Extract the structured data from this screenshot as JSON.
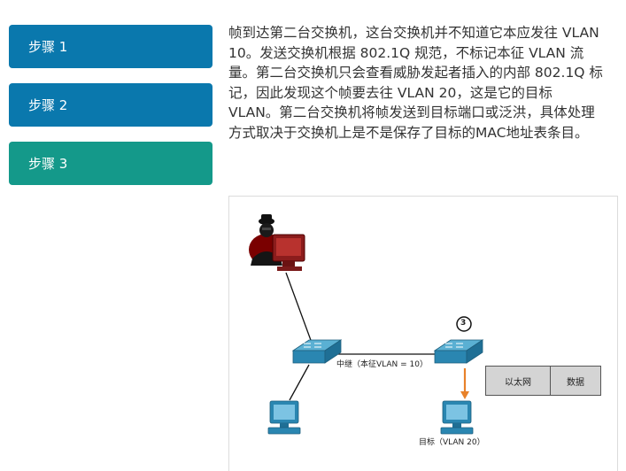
{
  "steps": [
    {
      "label": "步骤 1"
    },
    {
      "label": "步骤 2"
    },
    {
      "label": "步骤 3"
    }
  ],
  "description": "帧到达第二台交换机，这台交换机并不知道它本应发往 VLAN 10。发送交换机根据 802.1Q 规范，不标记本征 VLAN 流量。第二台交换机只会查看威胁发起者插入的内部 802.1Q 标记，因此发现这个帧要去往 VLAN 20，这是它的目标 VLAN。第二台交换机将帧发送到目标端口或泛洪，具体处理方式取决于交换机上是不是保存了目标的MAC地址表条目。",
  "diagram": {
    "step_marker": "3",
    "trunk_label": "中继（本征VLAN = 10）",
    "target_label": "目标（VLAN 20）",
    "frame": {
      "ethernet": "以太网",
      "data": "数据"
    }
  },
  "colors": {
    "step_active": "#14998a",
    "step_default": "#0a78ad",
    "arrow": "#e8822a"
  }
}
